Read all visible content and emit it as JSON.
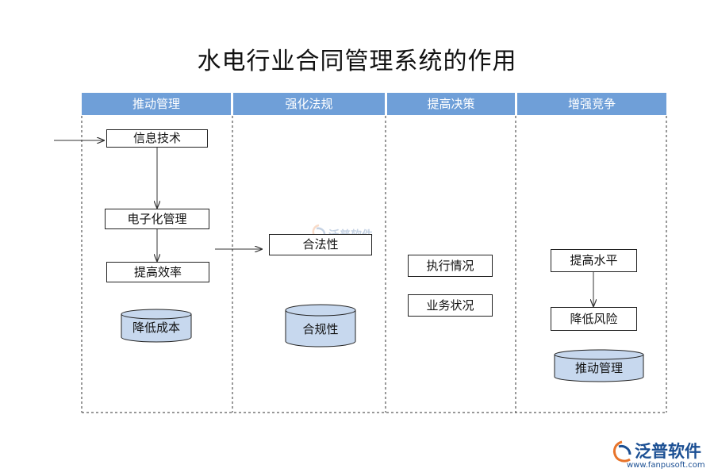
{
  "title": "水电行业合同管理系统的作用",
  "lanes": [
    {
      "label": "推动管理"
    },
    {
      "label": "强化法规"
    },
    {
      "label": "提高决策"
    },
    {
      "label": "增强竞争"
    }
  ],
  "lane1": {
    "box1": "信息技术",
    "box2": "电子化管理",
    "box3": "提高效率",
    "db": "降低成本"
  },
  "lane2": {
    "box1": "合法性",
    "db": "合规性"
  },
  "lane3": {
    "box1": "执行情况",
    "box2": "业务状况"
  },
  "lane4": {
    "box1": "提高水平",
    "box2": "降低风险",
    "db": "推动管理"
  },
  "footer": {
    "brand": "泛普软件",
    "url": "www.fanpusoft.com"
  },
  "watermark": {
    "text": "泛普软件"
  },
  "colors": {
    "lane_header": "#6f9fd8",
    "cylinder_fill": "#c7d8ee",
    "brand": "#1b4f93",
    "logo_orange": "#e8742a"
  }
}
